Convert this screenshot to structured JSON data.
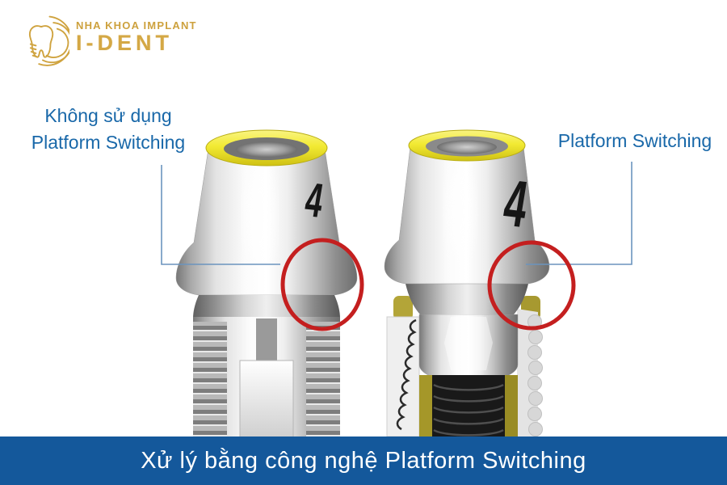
{
  "logo": {
    "line1": "NHA KHOA IMPLANT",
    "line2": "I-DENT",
    "gold_color": "#D4A845"
  },
  "annotation": {
    "left_label_line1": "Không sử dụng",
    "left_label_line2": "Platform Switching",
    "right_label": "Platform Switching",
    "text_color": "#1968A9",
    "leader_line_color": "#6B94BE"
  },
  "implants": {
    "left": {
      "description": "implant without platform switching",
      "marking": "4"
    },
    "right": {
      "description": "implant with platform switching",
      "marking": "4"
    },
    "ring_color": "#F2EA33",
    "highlight_circle_color": "#C41F1F"
  },
  "banner": {
    "text": "Xử lý bằng công nghệ Platform Switching",
    "bg_color": "#14589B",
    "text_color": "#FFFFFF"
  }
}
